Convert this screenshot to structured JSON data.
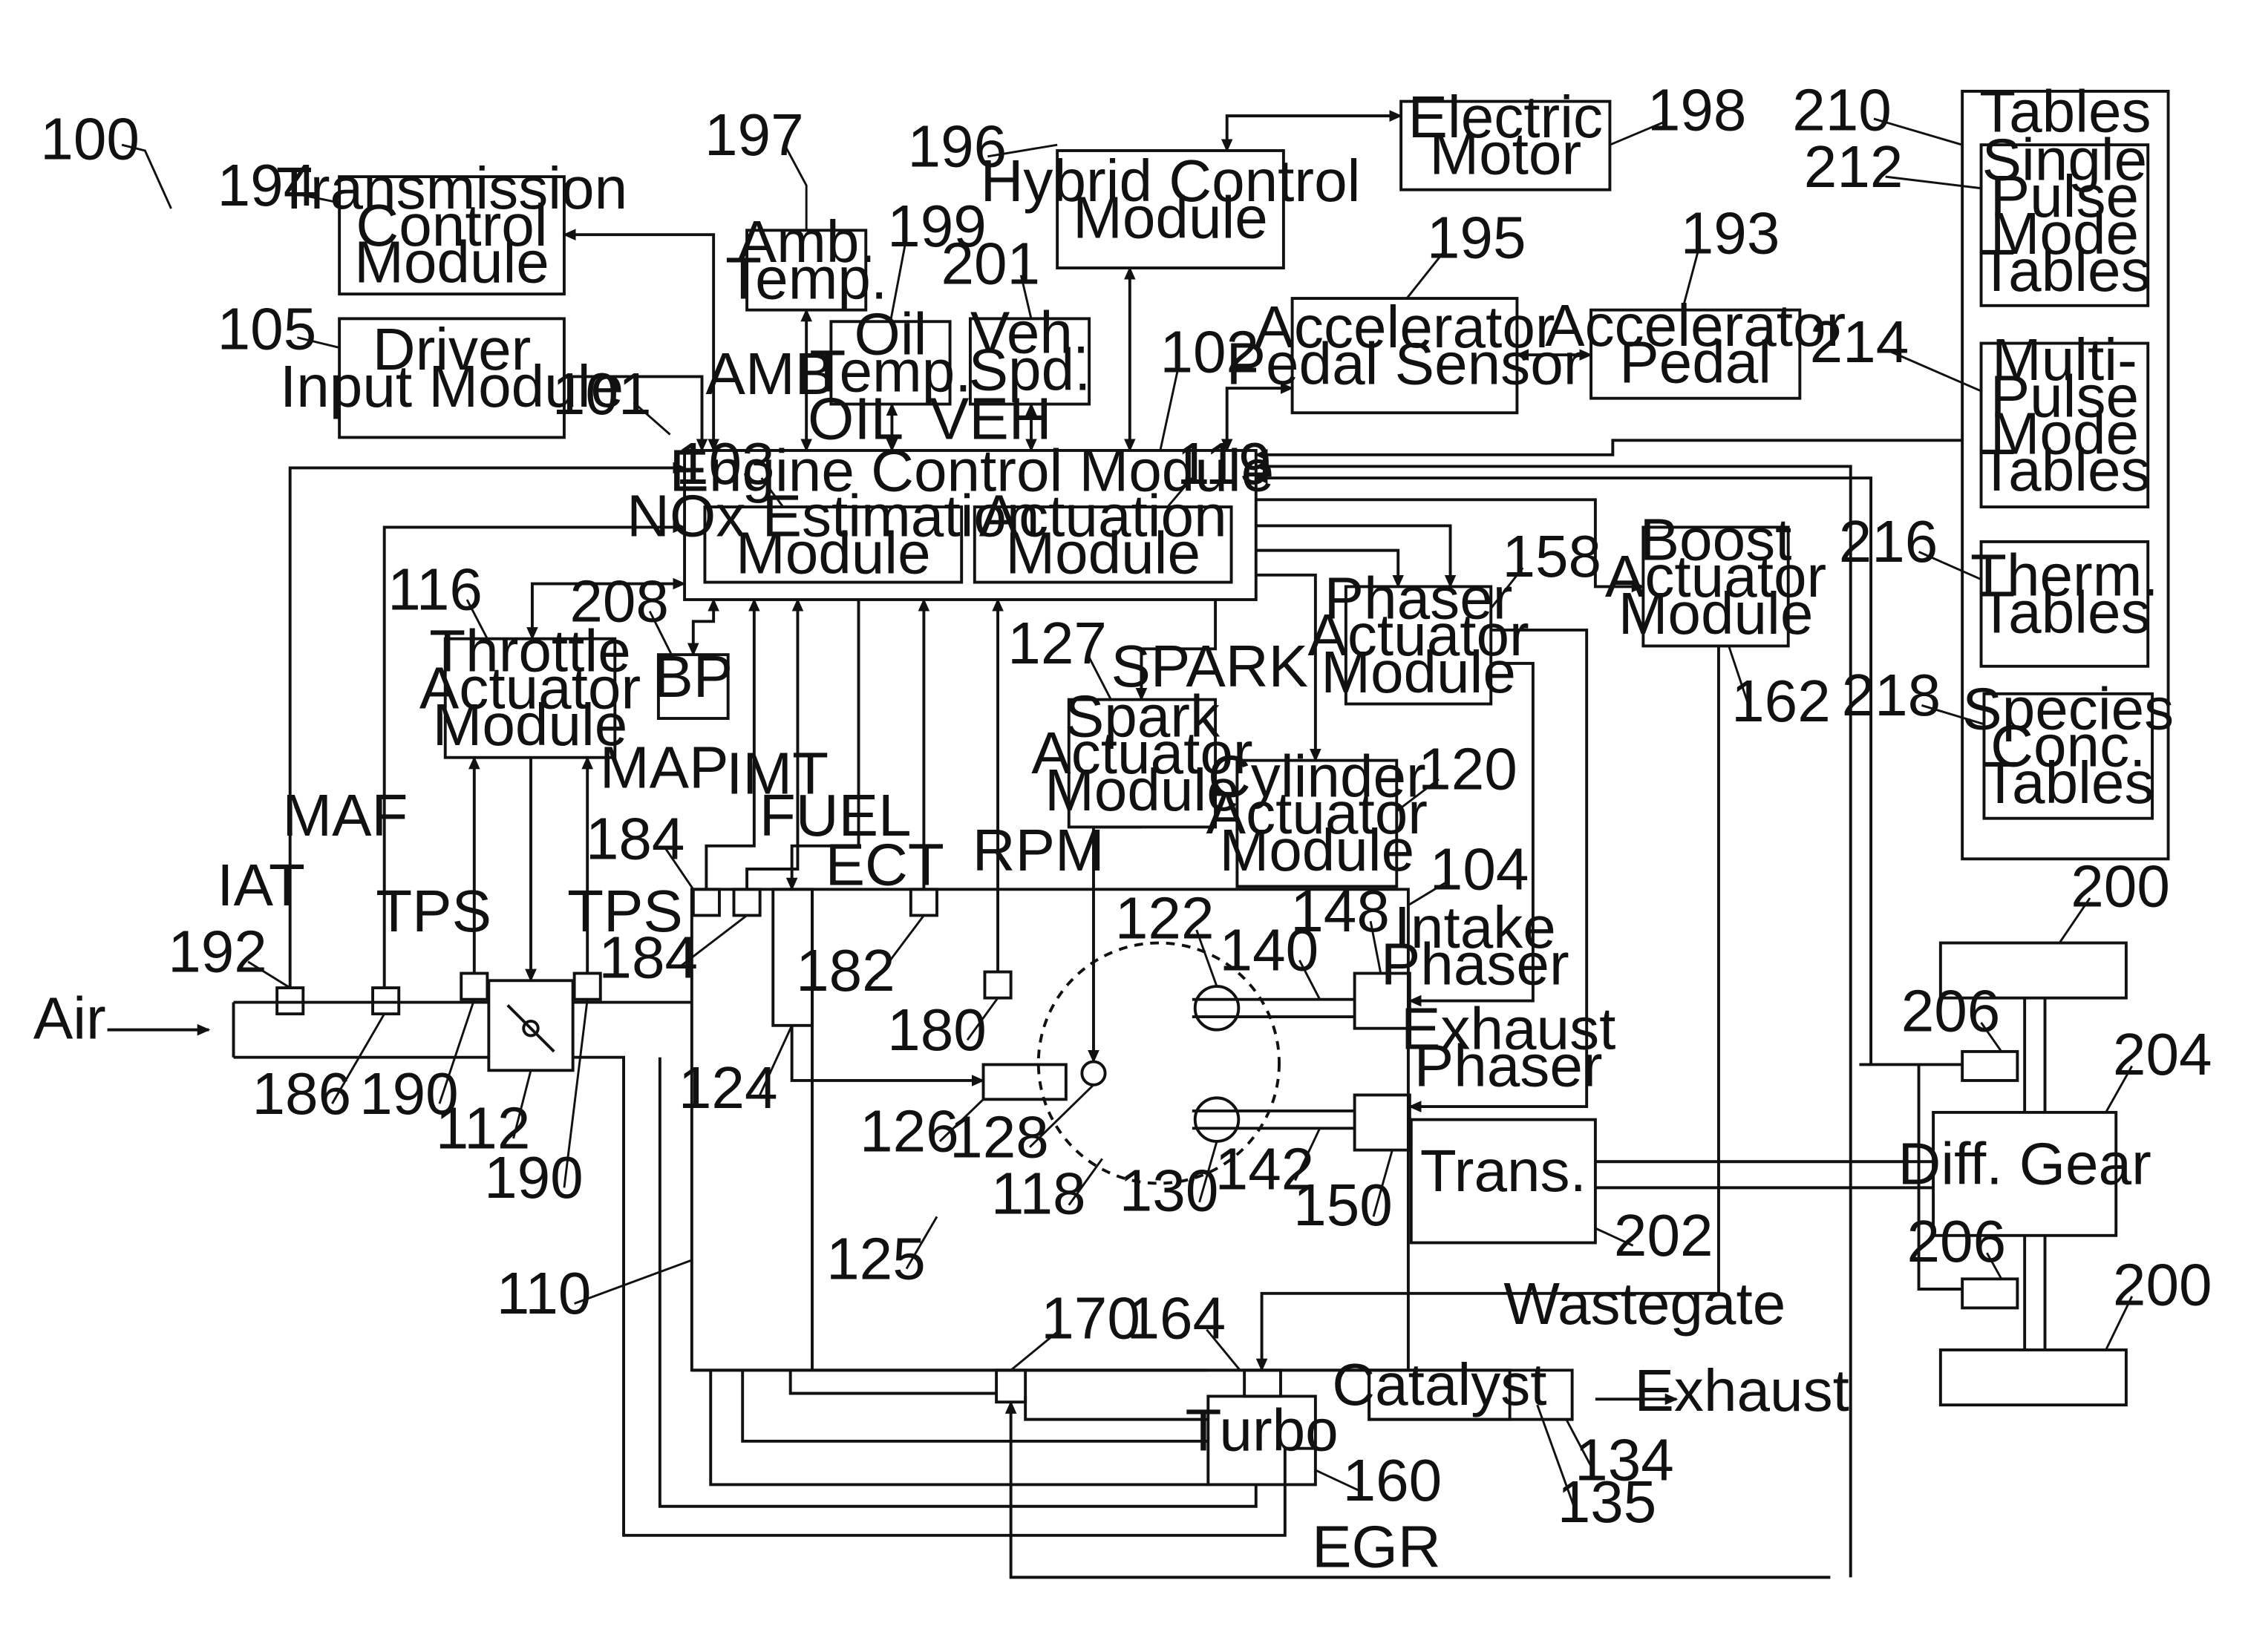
{
  "diagram": {
    "ref": {
      "system": "100",
      "ecm_ref": "101",
      "ecm_bus": "102",
      "nox_ref": "103",
      "act_ref": "119",
      "engine": "104",
      "driver": "105",
      "intake": "110",
      "throttle": "112",
      "throttle_actuator": "116",
      "cylinder": "118",
      "cyl_actuator": "120",
      "intake_valve": "122",
      "manifold": "124",
      "plenum": "125",
      "injector": "126",
      "spark_actuator": "127",
      "spark_plug": "128",
      "exhaust_valve": "130",
      "catalyst_a": "134",
      "catalyst_b": "135",
      "intake_cam": "140",
      "exhaust_cam": "142",
      "intake_phaser": "148",
      "exhaust_phaser": "150",
      "phaser_module": "158",
      "turbo": "160",
      "boost_module": "162",
      "wastegate_valve": "164",
      "egr_valve": "170",
      "rpm_sensor": "180",
      "ect_sensor": "182",
      "map_sensor": "184",
      "imt_sensor": "184",
      "maf_sensor": "186",
      "tps_a": "190",
      "tps_b": "190",
      "iat_sensor": "192",
      "accel_pedal": "193",
      "tcm": "194",
      "pedal_sensor": "195",
      "hcm": "196",
      "amb_temp": "197",
      "motor": "198",
      "oil_temp": "199",
      "wheel_top": "200",
      "wheel_bot": "200",
      "veh_spd": "201",
      "trans": "202",
      "diff": "204",
      "wss_top": "206",
      "wss_bot": "206",
      "bp": "208",
      "tables": "210",
      "single_pulse": "212",
      "multi_pulse": "214",
      "therm": "216",
      "species": "218"
    },
    "boxes": {
      "tcm": [
        "Transmission",
        "Control",
        "Module"
      ],
      "driver": [
        "Driver",
        "Input Module"
      ],
      "amb": [
        "Amb.",
        "Temp."
      ],
      "oil": [
        "Oil",
        "Temp."
      ],
      "veh": [
        "Veh.",
        "Spd."
      ],
      "hcm": [
        "Hybrid Control",
        "Module"
      ],
      "motor": [
        "Electric",
        "Motor"
      ],
      "pedal_sensor": [
        "Accelerator",
        "Pedal Sensor"
      ],
      "pedal": [
        "Accelerator",
        "Pedal"
      ],
      "ecm": "Engine Control Module",
      "nox": [
        "NOx Estimation",
        "Module"
      ],
      "actuation": [
        "Actuation",
        "Module"
      ],
      "throttle_actuator": [
        "Throttle",
        "Actuator",
        "Module"
      ],
      "bp": "BP",
      "spark_actuator": [
        "Spark",
        "Actuator",
        "Module"
      ],
      "cyl_actuator": [
        "Cylinder",
        "Actuator",
        "Module"
      ],
      "phaser": [
        "Phaser",
        "Actuator",
        "Module"
      ],
      "boost": [
        "Boost",
        "Actuator",
        "Module"
      ],
      "tables_title": "Tables",
      "single_pulse": [
        "Single",
        "Pulse",
        "Mode",
        "Tables"
      ],
      "multi_pulse": [
        "Multi-",
        "Pulse",
        "Mode",
        "Tables"
      ],
      "therm": [
        "Therm.",
        "Tables"
      ],
      "species": [
        "Species",
        "Conc.",
        "Tables"
      ],
      "trans": "Trans.",
      "diff": "Diff. Gear",
      "turbo": "Turbo",
      "catalyst": "Catalyst"
    },
    "signals": {
      "amb": "AMB",
      "oil": "OIL",
      "veh": "VEH",
      "map": "MAP",
      "imt": "IMT",
      "fuel": "FUEL",
      "ect": "ECT",
      "rpm": "RPM",
      "spark": "SPARK",
      "iat": "IAT",
      "maf": "MAF",
      "tps_a": "TPS",
      "tps_b": "TPS",
      "air": "Air",
      "exhaust": "Exhaust",
      "egr": "EGR",
      "wastegate": "Wastegate",
      "intake_phaser": [
        "Intake",
        "Phaser"
      ],
      "exhaust_phaser": [
        "Exhaust",
        "Phaser"
      ]
    }
  }
}
